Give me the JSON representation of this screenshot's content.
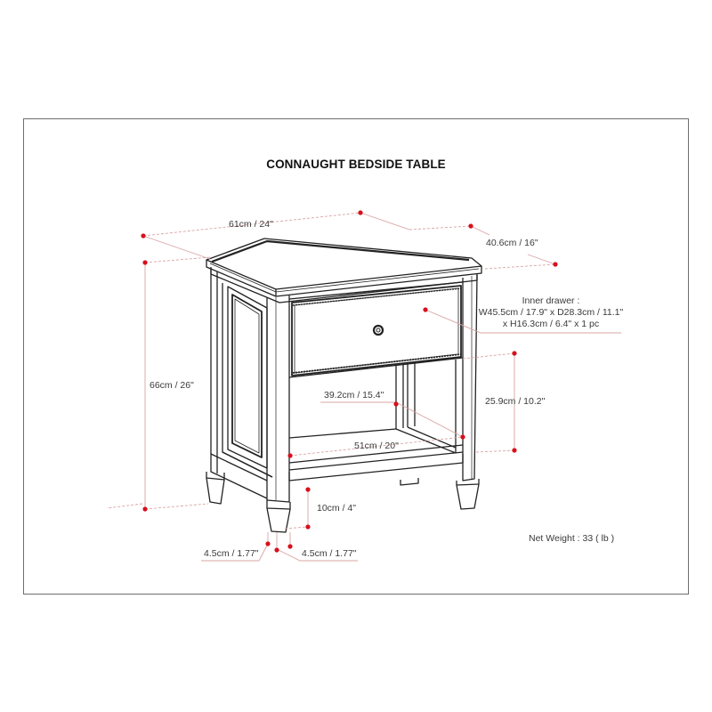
{
  "title": "CONNAUGHT BEDSIDE TABLE",
  "colors": {
    "dimension_marker": "#d8101c",
    "dimension_line": "#d9a4a4",
    "drawing_line": "#222222",
    "frame": "#6d6d6d",
    "label_text": "#3a3a3a"
  },
  "dimensions": {
    "width_overall": "61cm / 24\"",
    "depth_overall": "40.6cm / 16\"",
    "height_overall": "66cm / 26\"",
    "inner_drawer_heading": "Inner drawer :",
    "inner_drawer_line1": "W45.5cm / 17.9\" x D28.3cm / 11.1\"",
    "inner_drawer_line2": "x H16.3cm / 6.4\" x 1 pc",
    "shelf_depth": "39.2cm / 15.4\"",
    "shelf_width": "51cm / 20\"",
    "shelf_height": "25.9cm / 10.2\"",
    "leg_height": "10cm / 4\"",
    "leg_width_left": "4.5cm / 1.77\"",
    "leg_width_right": "4.5cm / 1.77\""
  },
  "net_weight": "Net Weight : 33 ( lb )",
  "icons": {
    "dimension_marker": "red-dot",
    "drawer_knob": "round-knob"
  }
}
